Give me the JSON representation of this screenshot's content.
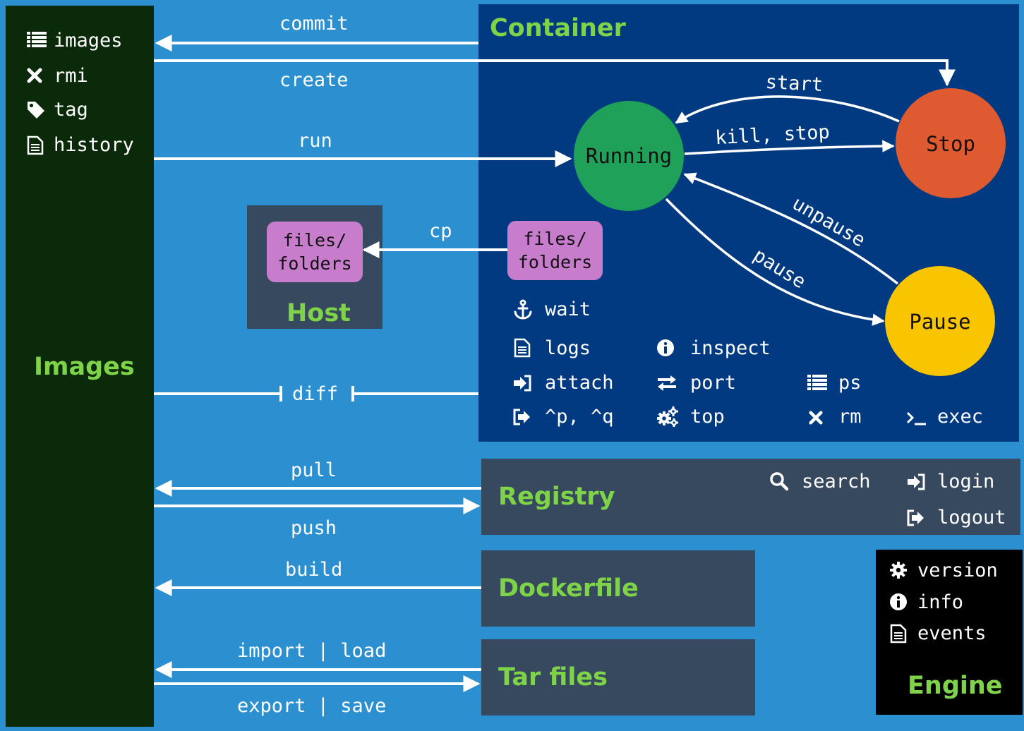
{
  "colors": {
    "background": "#2b8fd0",
    "images_panel": "#0a2a0a",
    "container_panel": "#013a80",
    "gray_panel": "#37495e",
    "engine_panel": "#000000",
    "title_green": "#7ed348",
    "running": "#1fa15a",
    "stop": "#df5a31",
    "pause": "#f9c400",
    "chip": "#c77ccc"
  },
  "images_panel": {
    "title": "Images",
    "items": [
      {
        "icon": "list-icon",
        "label": "images"
      },
      {
        "icon": "close-icon",
        "label": "rmi"
      },
      {
        "icon": "tag-icon",
        "label": "tag"
      },
      {
        "icon": "document-icon",
        "label": "history"
      }
    ]
  },
  "container_panel": {
    "title": "Container",
    "states": {
      "running": "Running",
      "stop": "Stop",
      "pause": "Pause"
    },
    "transitions": {
      "start": "start",
      "kill_stop": "kill, stop",
      "unpause": "unpause",
      "pause": "pause"
    },
    "chip": "files/\nfolders",
    "commands": [
      {
        "icon": "anchor-icon",
        "label": "wait"
      },
      {
        "icon": "document-icon",
        "label": "logs"
      },
      {
        "icon": "info-icon",
        "label": "inspect"
      },
      {
        "icon": "sign-in-icon",
        "label": "attach"
      },
      {
        "icon": "exchange-icon",
        "label": "port"
      },
      {
        "icon": "list-icon",
        "label": "ps"
      },
      {
        "icon": "sign-out-icon",
        "label": "^p, ^q"
      },
      {
        "icon": "gears-icon",
        "label": "top"
      },
      {
        "icon": "close-icon",
        "label": "rm"
      },
      {
        "icon": "terminal-icon",
        "label": "exec"
      }
    ]
  },
  "host_panel": {
    "title": "Host",
    "chip": "files/\nfolders"
  },
  "arrows": {
    "commit": "commit",
    "create": "create",
    "run": "run",
    "cp": "cp",
    "diff": "diff",
    "pull": "pull",
    "push": "push",
    "build": "build",
    "import_load": "import | load",
    "export_save": "export | save"
  },
  "registry_panel": {
    "title": "Registry",
    "commands": [
      {
        "icon": "search-icon",
        "label": "search"
      },
      {
        "icon": "sign-in-icon",
        "label": "login"
      },
      {
        "icon": "sign-out-icon",
        "label": "logout"
      }
    ]
  },
  "dockerfile_panel": {
    "title": "Dockerfile"
  },
  "tarfiles_panel": {
    "title": "Tar files"
  },
  "engine_panel": {
    "title": "Engine",
    "commands": [
      {
        "icon": "gear-icon",
        "label": "version"
      },
      {
        "icon": "info-icon",
        "label": "info"
      },
      {
        "icon": "document-icon",
        "label": "events"
      }
    ]
  }
}
